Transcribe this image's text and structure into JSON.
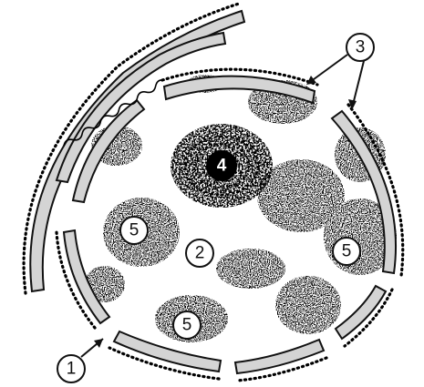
{
  "diagram": {
    "labels": {
      "l1": "1",
      "l2": "2",
      "l3": "3",
      "l4": "4",
      "l5a": "5",
      "l5b": "5",
      "l5c": "5"
    },
    "colors": {
      "membrane_fill": "#d4d4d4",
      "stroke": "#111111",
      "background": "#ffffff"
    }
  }
}
